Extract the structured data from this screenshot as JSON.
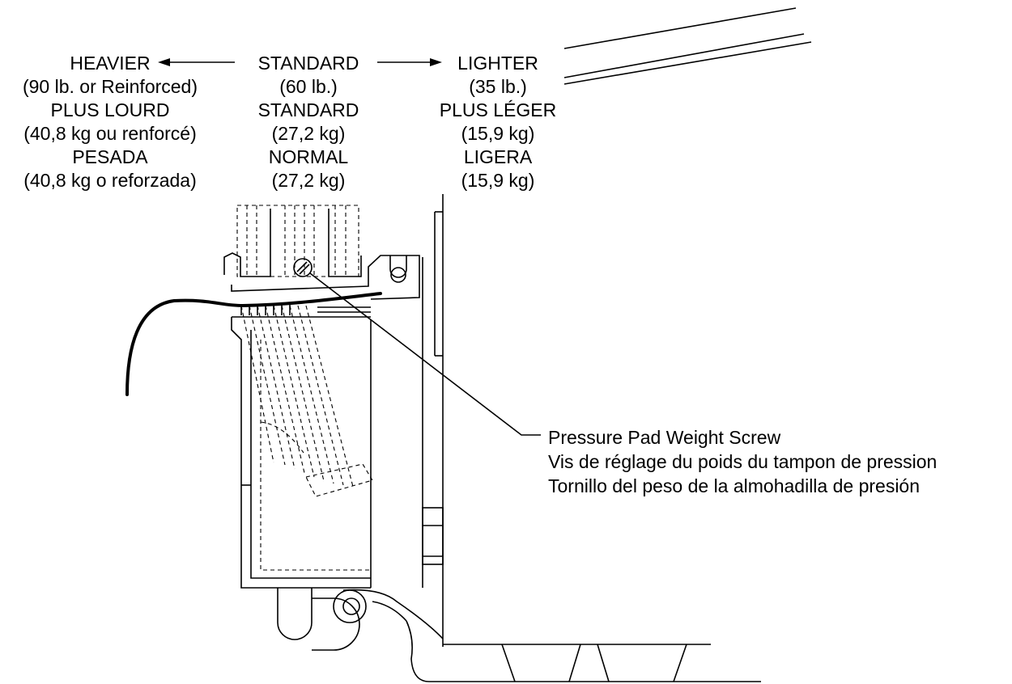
{
  "weight_settings": {
    "heavier": {
      "en_label": "HEAVIER",
      "en_value": "(90 lb. or Reinforced)",
      "fr_label": "PLUS LOURD",
      "fr_value": "(40,8 kg ou renforcé)",
      "es_label": "PESADA",
      "es_value": "(40,8 kg o reforzada)"
    },
    "standard": {
      "en_label": "STANDARD",
      "en_value": "(60 lb.)",
      "fr_label": "STANDARD",
      "fr_value": "(27,2 kg)",
      "es_label": "NORMAL",
      "es_value": "(27,2 kg)"
    },
    "lighter": {
      "en_label": "LIGHTER",
      "en_value": "(35 lb.)",
      "fr_label": "PLUS LÉGER",
      "fr_value": "(15,9 kg)",
      "es_label": "LIGERA",
      "es_value": "(15,9 kg)"
    }
  },
  "callout": {
    "en": "Pressure Pad Weight Screw",
    "fr": "Vis de réglage du poids du tampon de pression",
    "es": "Tornillo del peso de la almohadilla de presión"
  }
}
